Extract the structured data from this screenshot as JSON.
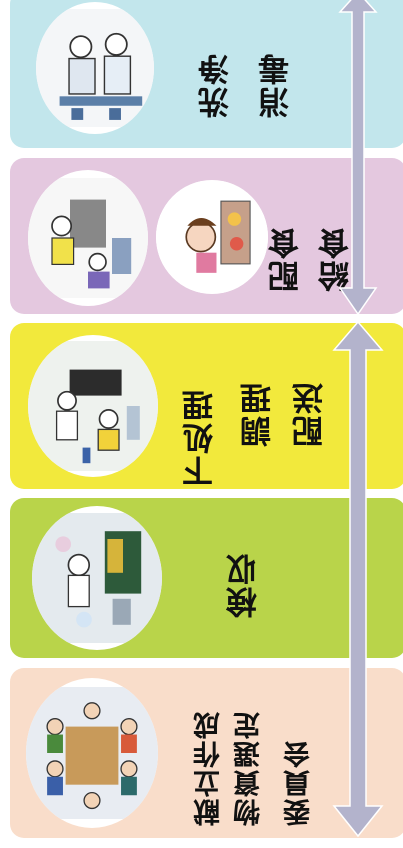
{
  "stages": [
    {
      "lines": [
        "洗浄",
        "消毒"
      ],
      "color": "#c2e6ec",
      "icon": "washing-staff-illustration-icon"
    },
    {
      "lines": [
        "配食",
        "給食"
      ],
      "color": "#e4c8df",
      "icon": "serving-lunch-illustration-icon"
    },
    {
      "lines": [
        "下処理",
        "調理",
        "配送"
      ],
      "color": "#f2e93c",
      "icon": "cooking-staff-illustration-icon"
    },
    {
      "lines": [
        "検収"
      ],
      "color": "#b9d44a",
      "icon": "inspection-illustration-icon"
    },
    {
      "lines": [
        "献立作成",
        "物資選定",
        "委員会"
      ],
      "color": "#f9ddca",
      "icon": "committee-meeting-illustration-icon"
    }
  ],
  "arrow_color": "#b3b3cc"
}
